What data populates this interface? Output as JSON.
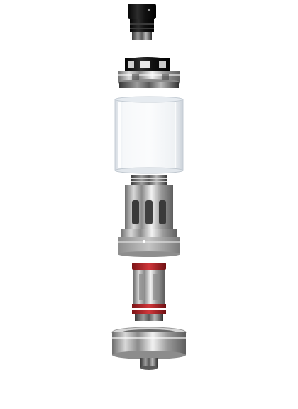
{
  "image": {
    "subject": "exploded-tank-atomizer",
    "background_color": "#ffffff",
    "parts": [
      {
        "part": "drip-tip",
        "colors": [
          "#111111",
          "#2a2a2a"
        ]
      },
      {
        "part": "top-cap",
        "colors": [
          "#1a1a1a",
          "#c8c8c8"
        ]
      },
      {
        "part": "glass-tube",
        "colors": [
          "#eef2f6",
          "#cfd6de"
        ]
      },
      {
        "part": "mesh-coil-head",
        "colors": [
          "#b9b9b9",
          "#5a5a5a"
        ]
      },
      {
        "part": "coil-cartridge",
        "colors": [
          "#d9d9d9",
          "#b3282c"
        ]
      },
      {
        "part": "base",
        "colors": [
          "#a8a8a8",
          "#e6e6e6"
        ]
      }
    ]
  }
}
